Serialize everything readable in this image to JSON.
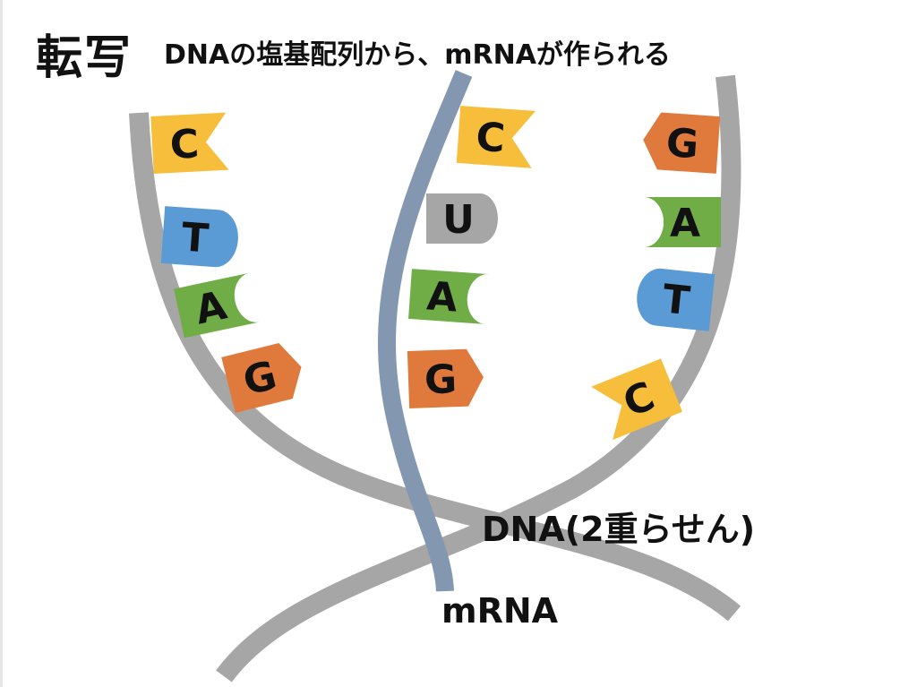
{
  "header": {
    "title": "転写",
    "subtitle": "DNAの塩基配列から、mRNAが作られる"
  },
  "labels": {
    "dna": "DNA(2重らせん)",
    "mrna": "mRNA"
  },
  "colors": {
    "dna_strand": "#a6a6a6",
    "mrna_strand": "#8497b0",
    "C": "#f6be3b",
    "T": "#5b9bd5",
    "A": "#70ad47",
    "G": "#e07a3c",
    "U": "#a6a6a6"
  },
  "strands": {
    "left_dna": [
      "C",
      "T",
      "A",
      "G"
    ],
    "mrna": [
      "C",
      "U",
      "A",
      "G"
    ],
    "right_dna": [
      "G",
      "A",
      "T",
      "C"
    ]
  }
}
